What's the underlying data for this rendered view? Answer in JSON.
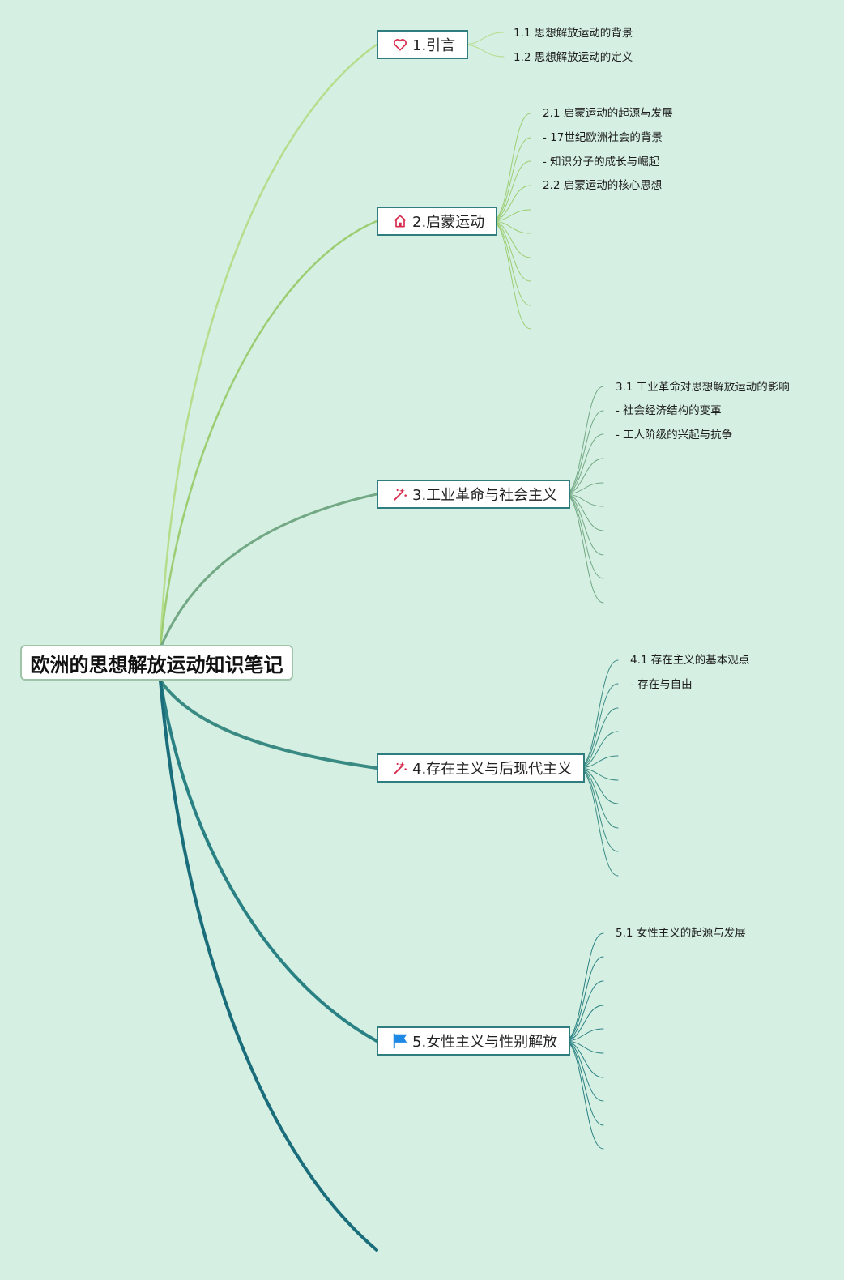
{
  "root": {
    "title": "欧洲的思想解放运动知识笔记"
  },
  "branches": [
    {
      "label": "1.引言",
      "icon": "heart-icon",
      "color": "#b5dd8c",
      "items": [
        "1.1 思想解放运动的背景",
        "1.2 思想解放运动的定义"
      ]
    },
    {
      "label": "2.启蒙运动",
      "icon": "home-icon",
      "color": "#9ccd72",
      "items": [
        "2.1 启蒙运动的起源与发展",
        "- 17世纪欧洲社会的背景",
        "- 知识分子的成长与崛起",
        "2.2 启蒙运动的核心思想"
      ]
    },
    {
      "label": "3.工业革命与社会主义",
      "icon": "sparkle-icon",
      "color": "#72a884",
      "items": [
        "3.1 工业革命对思想解放运动的影响",
        "- 社会经济结构的变革",
        "- 工人阶级的兴起与抗争"
      ]
    },
    {
      "label": "4.存在主义与后现代主义",
      "icon": "sparkle-icon",
      "color": "#3a8a84",
      "items": [
        "4.1 存在主义的基本观点",
        "- 存在与自由"
      ]
    },
    {
      "label": "5.女性主义与性别解放",
      "icon": "flag-icon",
      "color": "#2a8184",
      "items": [
        "5.1 女性主义的起源与发展"
      ]
    }
  ],
  "colors": {
    "background": "#d5f0e2",
    "node_border": "#2f7d7e",
    "trailing_branch": "#1a6d7a"
  }
}
